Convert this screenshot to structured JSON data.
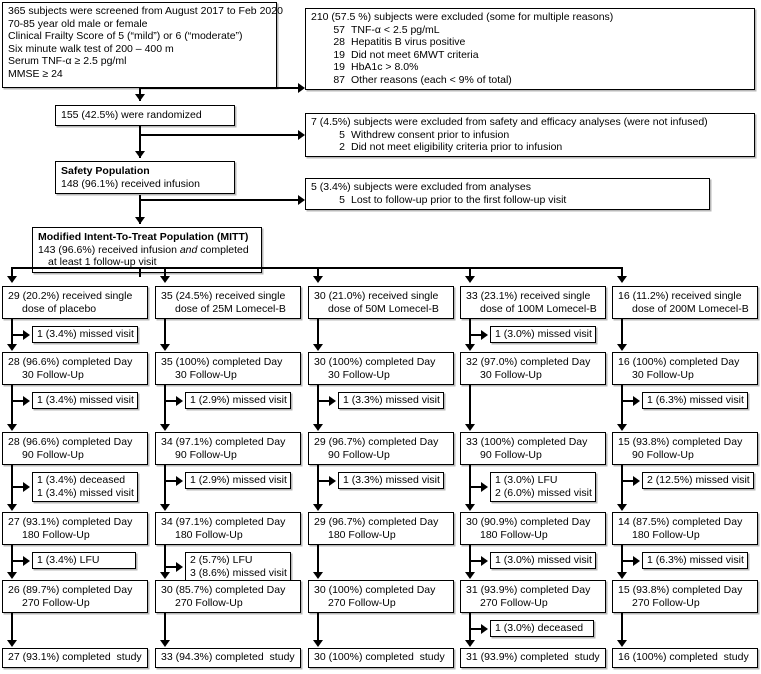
{
  "figure": {
    "type": "consort-flow-diagram",
    "title_text": ""
  },
  "screening": {
    "lines": [
      "365 subjects were screened from August 2017 to Feb 2020",
      "70-85 year old male or female",
      "Clinical Frailty Score of 5 (“mild”) or 6 (“moderate”)",
      "Six minute walk test of 200 – 400 m",
      "Serum TNF-α ≥ 2.5 pg/ml",
      "MMSE ≥ 24"
    ]
  },
  "screen_exclusions": {
    "header": "210 (57.5 %) subjects were excluded (some for multiple reasons)",
    "reasons": [
      {
        "n": "57",
        "text": "TNF-α < 2.5 pg/mL"
      },
      {
        "n": "28",
        "text": "Hepatitis B virus positive"
      },
      {
        "n": "19",
        "text": "Did not meet 6MWT criteria"
      },
      {
        "n": "19",
        "text": "HbA1c > 8.0%"
      },
      {
        "n": "87",
        "text": "Other reasons (each < 9% of total)"
      }
    ]
  },
  "randomized": {
    "text": "155 (42.5%) were randomized"
  },
  "safety_exclusions": {
    "header": "7 (4.5%) subjects were excluded from safety and efficacy analyses (were not infused)",
    "reasons": [
      {
        "n": "5",
        "text": "Withdrew consent prior to infusion"
      },
      {
        "n": "2",
        "text": "Did not meet eligibility criteria prior to infusion"
      }
    ]
  },
  "safety_population": {
    "title": "Safety Population",
    "text": "148 (96.1%) received infusion"
  },
  "mitt_exclusions": {
    "header": "5 (3.4%) subjects were excluded from analyses",
    "reasons": [
      {
        "n": "5",
        "text": "Lost to follow-up prior to the first follow-up visit"
      }
    ]
  },
  "mitt_population": {
    "title": "Modified Intent-To-Treat Population (MITT)",
    "line1_a": "143 (96.6%) received infusion ",
    "line1_i": "and",
    "line1_b": " completed",
    "line2": "at least 1 follow-up visit"
  },
  "arms": [
    {
      "id": "placebo",
      "allocation": [
        "29 (20.2%) received single",
        "dose of placebo"
      ],
      "steps": [
        {
          "drop": [
            "1 (3.4%) missed visit"
          ],
          "box": [
            "28 (96.6%) completed Day",
            "30 Follow-Up"
          ]
        },
        {
          "drop": [
            "1 (3.4%) missed visit"
          ],
          "box": [
            "28 (96.6%) completed Day",
            "90 Follow-Up"
          ]
        },
        {
          "drop": [
            "1 (3.4%) deceased",
            "1 (3.4%) missed visit"
          ],
          "box": [
            "27 (93.1%) completed Day",
            "180 Follow-Up"
          ]
        },
        {
          "drop": [
            "1 (3.4%) LFU"
          ],
          "box": [
            "26 (89.7%) completed Day",
            "270 Follow-Up"
          ]
        }
      ],
      "final": [
        "27 (93.1%) completed  study"
      ]
    },
    {
      "id": "25M",
      "allocation": [
        "35 (24.5%) received single",
        "dose of 25M Lomecel-B"
      ],
      "steps": [
        {
          "drop": [],
          "box": [
            "35 (100%) completed Day",
            "30 Follow-Up"
          ]
        },
        {
          "drop": [
            "1 (2.9%) missed visit"
          ],
          "box": [
            "34 (97.1%) completed Day",
            "90 Follow-Up"
          ]
        },
        {
          "drop": [
            "1 (2.9%) missed visit"
          ],
          "box": [
            "34 (97.1%) completed Day",
            "180 Follow-Up"
          ]
        },
        {
          "drop": [
            "2 (5.7%) LFU",
            "3 (8.6%) missed visit"
          ],
          "box": [
            "30 (85.7%) completed Day",
            "270 Follow-Up"
          ]
        }
      ],
      "final": [
        "33 (94.3%) completed  study"
      ]
    },
    {
      "id": "50M",
      "allocation": [
        "30 (21.0%) received single",
        "dose of 50M Lomecel-B"
      ],
      "steps": [
        {
          "drop": [],
          "box": [
            "30 (100%) completed Day",
            "30 Follow-Up"
          ]
        },
        {
          "drop": [
            "1 (3.3%) missed visit"
          ],
          "box": [
            "29 (96.7%) completed Day",
            "90 Follow-Up"
          ]
        },
        {
          "drop": [
            "1 (3.3%) missed visit"
          ],
          "box": [
            "29 (96.7%) completed Day",
            "180 Follow-Up"
          ]
        },
        {
          "drop": [],
          "box": [
            "30 (100%) completed Day",
            "270 Follow-Up"
          ]
        }
      ],
      "final": [
        "30 (100%) completed  study"
      ]
    },
    {
      "id": "100M",
      "allocation": [
        "33 (23.1%) received single",
        "dose of 100M Lomecel-B"
      ],
      "steps": [
        {
          "drop": [
            "1 (3.0%) missed visit"
          ],
          "box": [
            "32 (97.0%) completed Day",
            "30 Follow-Up"
          ]
        },
        {
          "drop": [],
          "box": [
            "33 (100%) completed Day",
            "90 Follow-Up"
          ]
        },
        {
          "drop": [
            "1 (3.0%) LFU",
            "2 (6.0%) missed visit"
          ],
          "box": [
            "30 (90.9%) completed Day",
            "180 Follow-Up"
          ]
        },
        {
          "drop": [
            "1 (3.0%) missed visit"
          ],
          "box": [
            "31 (93.9%) completed Day",
            "270 Follow-Up"
          ]
        }
      ],
      "final_drop": [
        "1 (3.0%) deceased"
      ],
      "final": [
        "31 (93.9%) completed  study"
      ]
    },
    {
      "id": "200M",
      "allocation": [
        "16 (11.2%) received single",
        "dose of 200M Lomecel-B"
      ],
      "steps": [
        {
          "drop": [],
          "box": [
            "16 (100%) completed Day",
            "30 Follow-Up"
          ]
        },
        {
          "drop": [
            "1 (6.3%) missed visit"
          ],
          "box": [
            "15 (93.8%) completed Day",
            "90 Follow-Up"
          ]
        },
        {
          "drop": [
            "2 (12.5%) missed visit"
          ],
          "box": [
            "14 (87.5%) completed Day",
            "180 Follow-Up"
          ]
        },
        {
          "drop": [
            "1 (6.3%) missed visit"
          ],
          "box": [
            "15 (93.8%) completed Day",
            "270 Follow-Up"
          ]
        }
      ],
      "final": [
        "16 (100%) completed  study"
      ]
    }
  ]
}
